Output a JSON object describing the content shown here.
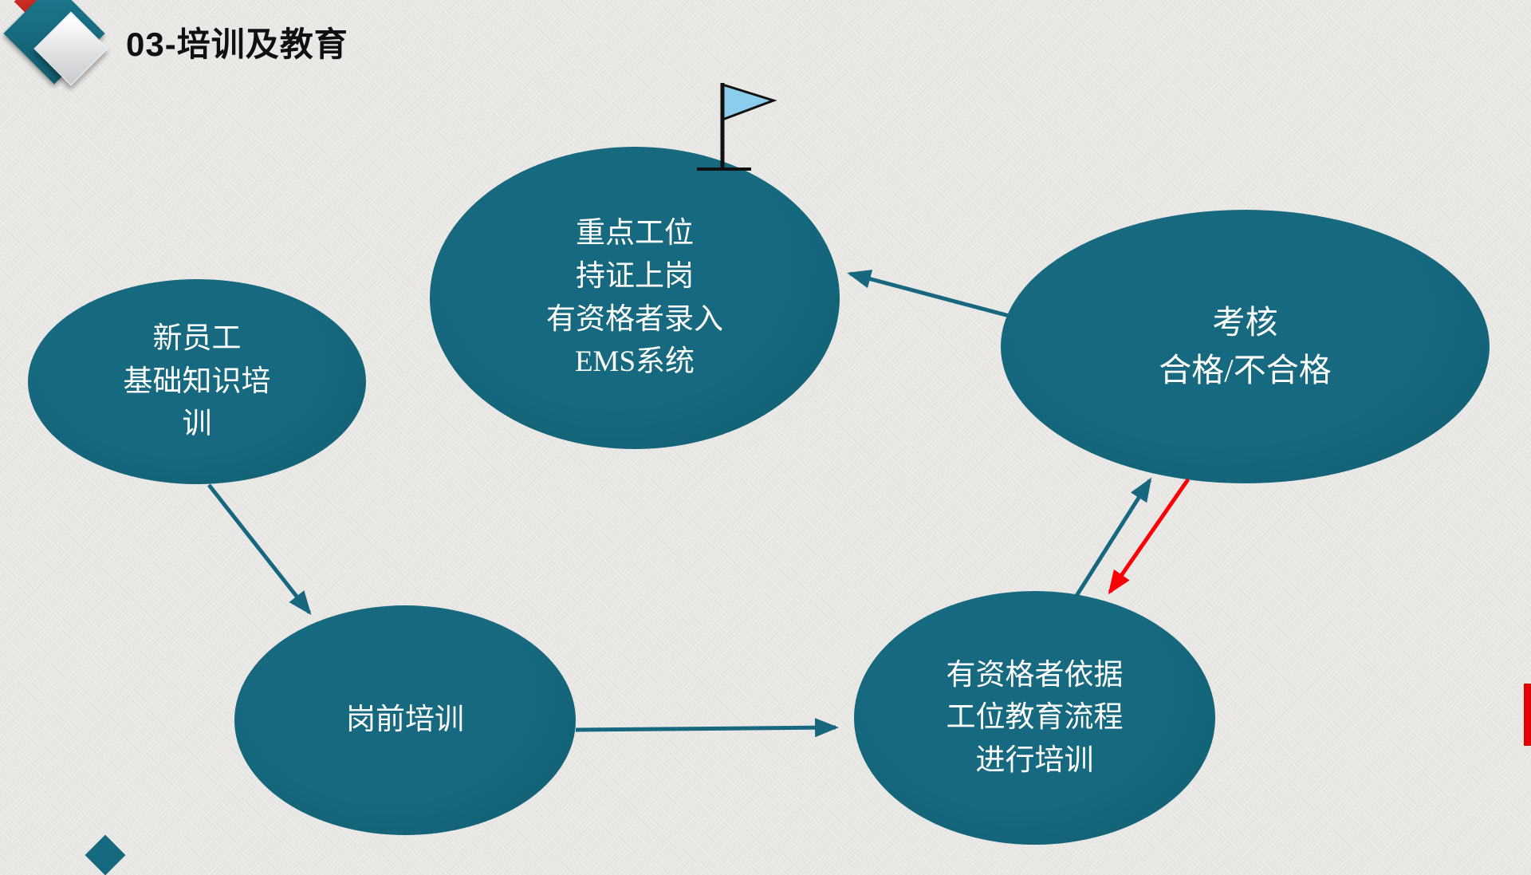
{
  "title": "03-培训及教育",
  "colors": {
    "background": "#e8e7e4",
    "title": "#101010",
    "node": "#16697f",
    "node_dark": "#125b6e",
    "arrow": "#17687e",
    "fail_arrow": "#fb0006",
    "flag": "#8bcdec",
    "accent_red": "#e30000"
  },
  "nodes": {
    "new_employee": {
      "label": "新员工\n基础知识培\n训"
    },
    "key_station": {
      "label": "重点工位\n持证上岗\n有资格者录入\nEMS系统"
    },
    "assessment": {
      "label": "考核\n合格/不合格"
    },
    "pre_job": {
      "label": "岗前培训"
    },
    "qualified_training": {
      "label": "有资格者依据\n工位教育流程\n进行培训"
    }
  },
  "edges": [
    {
      "from": "new_employee",
      "to": "pre_job",
      "type": "normal"
    },
    {
      "from": "pre_job",
      "to": "qualified_training",
      "type": "normal"
    },
    {
      "from": "qualified_training",
      "to": "assessment",
      "type": "normal"
    },
    {
      "from": "assessment",
      "to": "key_station",
      "type": "normal"
    },
    {
      "from": "assessment",
      "to": "qualified_training",
      "type": "fail"
    }
  ],
  "icons": {
    "flag": "flag-icon",
    "diamond": "diamond-decoration"
  }
}
